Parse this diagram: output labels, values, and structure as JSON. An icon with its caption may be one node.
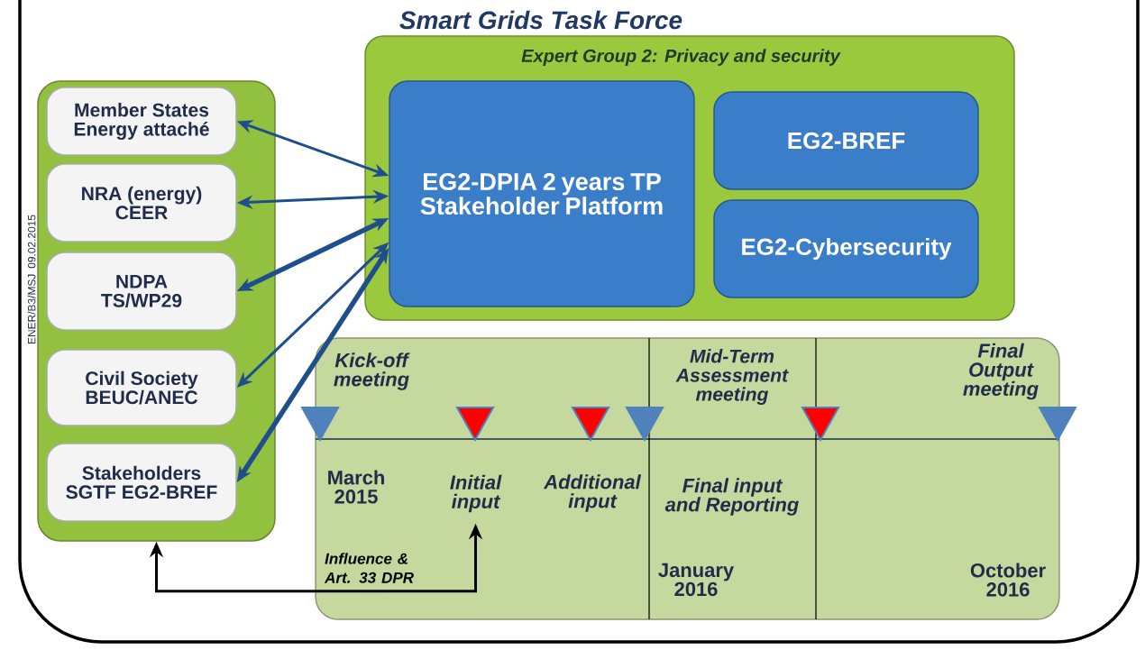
{
  "diagram": {
    "title": "Smart Grids Task Force",
    "nodes": [
      {
        "text": [],
        "shape": "box"
      },
      {
        "text": [
          "Member States",
          "Energy attaché"
        ],
        "in": 0
      },
      {
        "text": [
          "NRA (energy)",
          "CEER"
        ],
        "in": 0
      },
      {
        "text": [
          "NDPA",
          "TS/WP29"
        ],
        "in": 0
      },
      {
        "text": [
          "Civil Society",
          "BEUC/ANEC"
        ],
        "in": 0
      },
      {
        "text": [
          "Stakeholders",
          "SGTF EG2-BREF"
        ],
        "in": 0
      },
      {
        "text": [
          "Expert Group 2: Privacy and security"
        ]
      },
      {
        "text": [
          "EG2-DPIA 2 years TP Stakeholder Platform"
        ],
        "in": 6
      },
      {
        "text": [
          "EG2-BREF"
        ],
        "in": 6
      },
      {
        "text": [
          "EG2-Cybersecurity"
        ],
        "in": 6
      },
      {
        "text": [],
        "shape": "box"
      },
      {
        "text": [
          "Initial input"
        ],
        "in": 10
      }
    ],
    "edges": [
      {
        "from": 7,
        "to": 1,
        "arrow": "both"
      },
      {
        "from": 7,
        "to": 2,
        "arrow": "both"
      },
      {
        "from": 7,
        "to": 3,
        "arrow": "both",
        "style": "thick"
      },
      {
        "from": 7,
        "to": 4,
        "arrow": "both"
      },
      {
        "from": 7,
        "to": 5,
        "arrow": "both",
        "style": "thick"
      },
      {
        "from": 0,
        "to": 11,
        "arrow": "both",
        "label": "Influence & Art. 33 DPR",
        "color": "#000000"
      }
    ],
    "labels": [
      "ENER/B3/MSJ 09.02.2015",
      "Kick-off meeting",
      "Mid-Term Assessment meeting",
      "Final Output meeting",
      "March 2015",
      "Additional input",
      "Final input and Reporting",
      "January 2016",
      "October 2016"
    ]
  }
}
